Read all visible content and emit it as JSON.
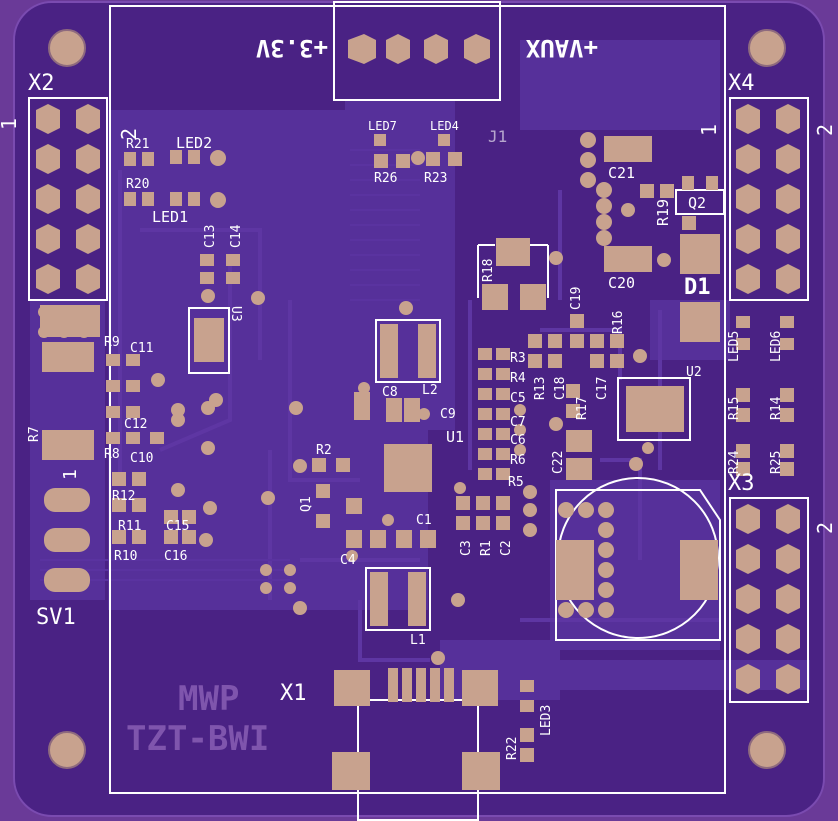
{
  "board": {
    "colors": {
      "background": "#6a3a98",
      "board": "#4a2284",
      "pour": "#56309a",
      "copper": "#c8a28e",
      "silkscreen": "#ffffff",
      "faded_silk": "#7f55ad"
    },
    "power_labels": {
      "left": "+3.3V",
      "right": "+VAUX"
    },
    "connectors": {
      "X1": "X1",
      "X2": "X2",
      "X3": "X3",
      "X4": "X4",
      "J1": "J1",
      "SV1": "SV1",
      "pin1": "1",
      "pin2": "2"
    },
    "brand": {
      "line1": "MWP",
      "line2": "TZT-BWI"
    },
    "designators": {
      "R21": "R21",
      "R20": "R20",
      "LED2": "LED2",
      "LED1": "LED1",
      "C13": "C13",
      "C14": "C14",
      "U3": "U3",
      "LED7": "LED7",
      "LED4": "LED4",
      "R26": "R26",
      "R23": "R23",
      "C21": "C21",
      "R19": "R19",
      "Q2": "Q2",
      "C20": "C20",
      "D1": "D1",
      "R18": "R18",
      "C19": "C19",
      "R16": "R16",
      "LED5": "LED5",
      "LED6": "LED6",
      "R15": "R15",
      "R14": "R14",
      "R24": "R24",
      "R25": "R25",
      "R9": "R9",
      "C11": "C11",
      "C12": "C12",
      "R8": "R8",
      "C10": "C10",
      "R7": "R7",
      "R12": "R12",
      "R11": "R11",
      "R10": "R10",
      "C15": "C15",
      "C16": "C16",
      "C8": "C8",
      "L2": "L2",
      "C9": "C9",
      "U1": "U1",
      "R3": "R3",
      "R4": "R4",
      "C5": "C5",
      "C7": "C7",
      "C6": "C6",
      "R6": "R6",
      "R5": "R5",
      "R13": "R13",
      "C18": "C18",
      "C17": "C17",
      "R17": "R17",
      "U2": "U2",
      "C22": "C22",
      "R2": "R2",
      "Q1": "Q1",
      "C4": "C4",
      "C1": "C1",
      "C3": "C3",
      "R1": "R1",
      "C2": "C2",
      "L1": "L1",
      "R22": "R22",
      "LED3": "LED3"
    }
  }
}
